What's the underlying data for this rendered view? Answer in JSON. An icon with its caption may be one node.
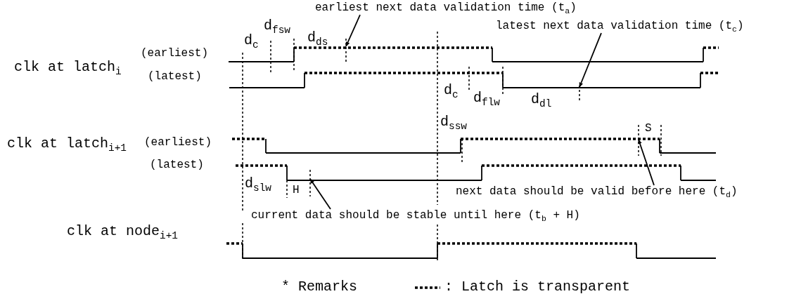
{
  "diagram": {
    "nodes": [
      {
        "text": [
          "earliest next data validation time (t$_{a}$)"
        ]
      },
      {
        "text": [
          "latest next data validation time (t$_{c}$)"
        ]
      },
      {
        "text": [
          "next data should be valid before here (t$_{d}$)"
        ]
      },
      {
        "text": [
          "current data should be stable until here (t$_{b}$ + H)"
        ]
      },
      {
        "text": [],
        "shape": "bar"
      },
      {
        "text": [],
        "shape": "bar"
      },
      {
        "text": [],
        "shape": "bar"
      },
      {
        "text": [],
        "shape": "bar"
      }
    ],
    "edges": [
      {
        "from": 0,
        "to": 5,
        "arrow": "to"
      },
      {
        "from": 1,
        "to": 6,
        "arrow": "to"
      },
      {
        "from": 2,
        "to": 7,
        "arrow": "to"
      },
      {
        "from": 3,
        "to": 4,
        "arrow": "to"
      }
    ],
    "labels": [
      "clk at latch$_{i}$",
      "(earliest)",
      "(latest)",
      "d$_{c}$",
      "d$_{fsw}$",
      "d$_{ds}$",
      "d$_{c}$",
      "d$_{flw}$",
      "d$_{dl}$",
      "d$_{ssw}$",
      "S",
      "clk at latch$_{i+1}$",
      "(earliest)",
      "(latest)",
      "d$_{slw}$",
      "H",
      "clk at node$_{i+1}$",
      "* Remarks"
    ],
    "legend": [
      {
        "text": ": Latch is transparent"
      }
    ]
  }
}
